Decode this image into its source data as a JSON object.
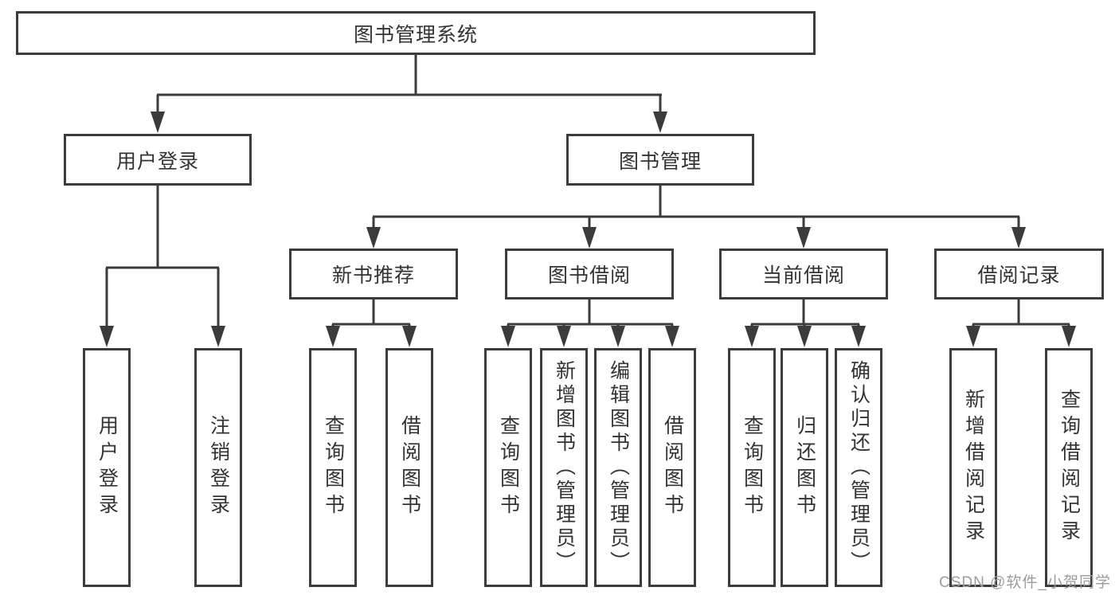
{
  "diagram": {
    "type": "tree",
    "nodes": {
      "root": "图书管理系统",
      "user_login": "用户登录",
      "book_mgmt": "图书管理",
      "login": "用户登录",
      "logout": "注销登录",
      "new_book_rec": "新书推荐",
      "book_borrow": "图书借阅",
      "current_borrow": "当前借阅",
      "borrow_records": "借阅记录",
      "rec_query_books": "查询图书",
      "rec_borrow_books": "借阅图书",
      "bb_query_books": "查询图书",
      "bb_add_books": "新增图书（管理员）",
      "bb_edit_books": "编辑图书（管理员）",
      "bb_borrow_books": "借阅图书",
      "cb_query_books": "查询图书",
      "cb_return_books": "归还图书",
      "cb_confirm_return": "确认归还（管理员）",
      "br_add_record": "新增借阅记录",
      "br_query_record": "查询借阅记录"
    },
    "edges": [
      [
        "root",
        "user_login"
      ],
      [
        "root",
        "book_mgmt"
      ],
      [
        "user_login",
        "login"
      ],
      [
        "user_login",
        "logout"
      ],
      [
        "book_mgmt",
        "new_book_rec"
      ],
      [
        "book_mgmt",
        "book_borrow"
      ],
      [
        "book_mgmt",
        "current_borrow"
      ],
      [
        "book_mgmt",
        "borrow_records"
      ],
      [
        "new_book_rec",
        "rec_query_books"
      ],
      [
        "new_book_rec",
        "rec_borrow_books"
      ],
      [
        "book_borrow",
        "bb_query_books"
      ],
      [
        "book_borrow",
        "bb_add_books"
      ],
      [
        "book_borrow",
        "bb_edit_books"
      ],
      [
        "book_borrow",
        "bb_borrow_books"
      ],
      [
        "current_borrow",
        "cb_query_books"
      ],
      [
        "current_borrow",
        "cb_return_books"
      ],
      [
        "current_borrow",
        "cb_confirm_return"
      ],
      [
        "borrow_records",
        "br_add_record"
      ],
      [
        "borrow_records",
        "br_query_record"
      ]
    ],
    "colors": {
      "line": "#3b3b3b",
      "box_border": "#3b3b3b",
      "box_fill": "#ffffff",
      "text": "#333333",
      "background": "#ffffff"
    }
  },
  "watermark": {
    "text": "CSDN @软件_小贺同学",
    "color": "#9c9c9c"
  }
}
